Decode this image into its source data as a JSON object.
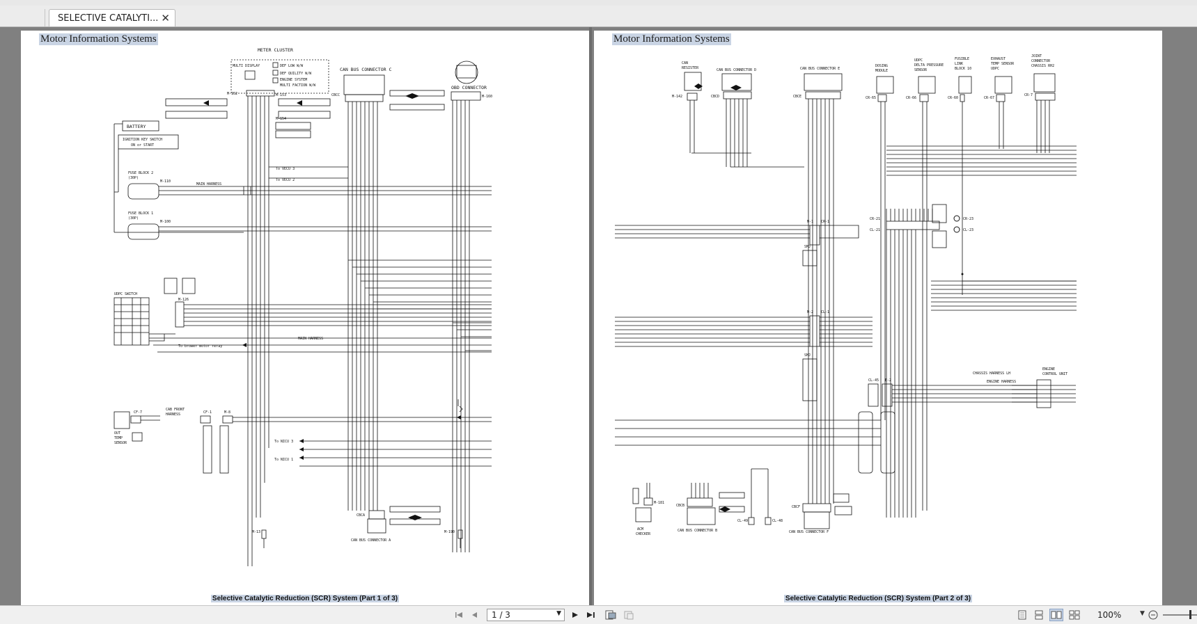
{
  "tab": {
    "title": "SELECTIVE CATALYTI...",
    "close": "✕"
  },
  "pages": [
    {
      "header": "Motor Information Systems",
      "caption": "Selective Catalytic Reduction (SCR) System (Part 1 of 3)",
      "labels": {
        "meter_cluster": "METER CLUSTER",
        "multi_display": "MULTI DISPLAY",
        "def_low": "DEF LOW W/W",
        "def_quality": "DEF QUILITY W/W",
        "engine_system": "ENGINE SYSTEM",
        "multi_faction": "MULTI FACTION W/W",
        "can_bus_c": "CAN BUS CONNECTOR C",
        "obd": "OBD CONNECTOR",
        "battery": "BATTERY",
        "ignition1": "IGNITION KEY SWITCH",
        "ignition2": "ON or START",
        "fuse2": "FUSE BLOCK 2",
        "fuse2p": "(30P)",
        "fuse1": "FUSE BLOCK 1",
        "fuse1p": "(30P)",
        "main_harness": "MAIN HARNESS",
        "main_harness2": "MAIN HARNESS",
        "to_vecu3": "To VECU 3",
        "to_vecu2": "To VECU 2",
        "udpc_switch": "UDPC SWITCH",
        "to_brower": "To brower motor reray",
        "cab_front": "CAB FRONT",
        "harness": "HARNESS",
        "out_temp1": "OUT",
        "out_temp2": "TEMP",
        "out_temp3": "SENSOR",
        "to_nicu3": "To NICU 3",
        "to_nicu1": "To NICU 1",
        "can_bus_a": "CAN BUS CONNECTOR A",
        "m152": "M-152",
        "m153": "M-153",
        "m154": "M-154",
        "m110": "M-110",
        "m100": "M-100",
        "m126": "M-126",
        "m160": "M-160",
        "m13": "M-13",
        "m190": "M-190",
        "cf7": "CF-7",
        "cf1": "CF-1",
        "m8": "M-8",
        "cbcc": "CBCC",
        "cbca": "CBCA"
      }
    },
    {
      "header": "Motor Information Systems",
      "caption": "Selective Catalytic Reduction (SCR) System (Part 2 of 3)",
      "labels": {
        "can_resister1": "CAN",
        "can_resister2": "RESISTER",
        "can_bus_d": "CAN BUS CONNECTOR D",
        "can_bus_e": "CAN BUS CONNECTOR E",
        "dosing1": "DOSING",
        "dosing2": "MODULE",
        "udpc1": "UDPC",
        "udpc2": "DELTA PRESSURE",
        "udpc3": "SENSOR",
        "fusible1": "FUSIBLE",
        "fusible2": "LINK",
        "fusible3": "BLOCK 10",
        "exhaust1": "EXHAUST",
        "exhaust2": "TEMP SENSOR",
        "exhaust3": "UDPC",
        "joint1": "JOINT",
        "joint2": "CONNECTOR",
        "joint3": "CHASSIS RH2",
        "chassis_lh": "CHASSIS HARNESS LH",
        "engine_harness": "ENGINE HARNESS",
        "ecu1": "ENGINE",
        "ecu2": "CONTROL UNIT",
        "acm1": "ACM",
        "acm2": "CHECKER",
        "can_bus_b": "CAN BUS CONNECTOR B",
        "can_bus_f": "CAN BUS CONNECTOR F",
        "m142": "M-142",
        "m181": "M-181",
        "m1": "M-1",
        "cr1": "CR-1",
        "m2": "M-2",
        "cl1": "CL-1",
        "cl45": "CL-45",
        "e2": "E-2",
        "cr21": "CR-21",
        "cl21": "CL-21",
        "cr23": "CR-23",
        "cl23": "CL-23",
        "cl49": "CL-49",
        "cl48": "CL-48",
        "cr65": "CR-65",
        "cr66": "CR-66",
        "cr60": "CR-60",
        "cr67": "CR-67",
        "cr7": "CR-7",
        "cbcd": "CBCD",
        "cbce": "CBCE",
        "cbcb": "CBCB",
        "cbcf": "CBCF",
        "smj": "SMJ",
        "smj2": "SMJ"
      }
    }
  ],
  "toolbar": {
    "page_selector": "1 / 3",
    "zoom": "100%",
    "icons": {
      "first": "first-page-icon",
      "prev": "previous-page-icon",
      "next": "next-page-icon",
      "last": "last-page-icon",
      "fit_width": "fit-width-icon",
      "rotate": "rotate-icon",
      "single": "single-page-icon",
      "continuous": "continuous-page-icon",
      "facing": "facing-page-icon",
      "cover": "cover-page-icon",
      "zoom_out": "zoom-out-icon"
    }
  }
}
